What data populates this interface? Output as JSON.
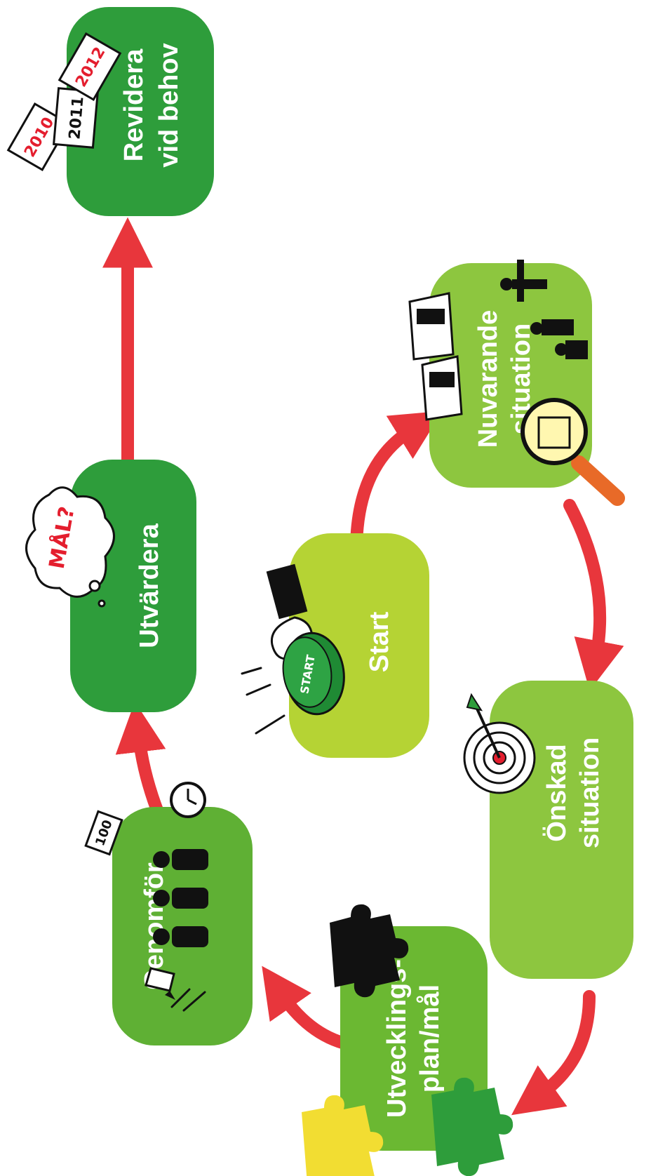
{
  "nodes": {
    "revidera": {
      "line1": "Revidera",
      "line2": "vid behov"
    },
    "utvardera": {
      "label": "Utvärdera"
    },
    "start": {
      "label": "Start",
      "button_text": "START"
    },
    "nuvarande": {
      "line1": "Nuvarande",
      "line2": "situation"
    },
    "onskad": {
      "line1": "Önskad",
      "line2": "situation"
    },
    "utvecklingsplan": {
      "line1": "Utvecklings-",
      "line2": "plan/mål"
    },
    "genomfor": {
      "label": "Genomför"
    }
  },
  "doodles": {
    "thought_bubble": "MÅL?",
    "year_2010": "2010",
    "year_2011": "2011",
    "year_2012": "2012",
    "note_100": "100"
  },
  "colors": {
    "dark_green": "#2e9d3b",
    "mid_green": "#6bb832",
    "light_green": "#8dc63f",
    "lime": "#b5d334",
    "arrow_red": "#e8363c",
    "handwriting_red": "#e41e2e"
  }
}
